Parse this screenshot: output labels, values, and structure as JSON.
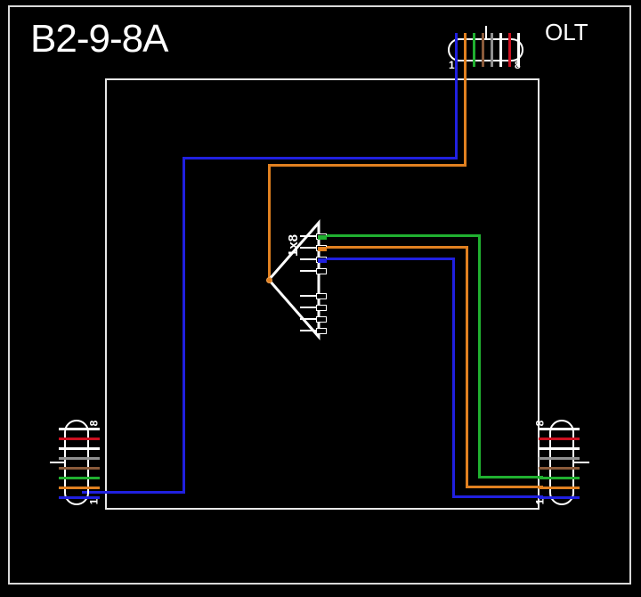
{
  "diagram": {
    "title": "B2-9-8A",
    "source_label": "OLT",
    "splitter": {
      "label": "1x8",
      "type": "1x8",
      "output_count": 8,
      "connected_outputs": 3
    },
    "colors": {
      "background": "#000000",
      "frame": "#d8d8d8",
      "inner_rect": "#e8e8e8",
      "text": "#ffffff",
      "blue": "#2020e0",
      "orange": "#e08020",
      "green": "#20b030",
      "brown": "#8a5a3a",
      "slate": "#909090",
      "white_fiber": "#ffffff",
      "red": "#cc1020"
    },
    "olt_connector": {
      "name": "olt-connector",
      "orientation": "horizontal",
      "first_pin_label": "1",
      "last_pin_label": "8",
      "pins": [
        {
          "index": 1,
          "color": "#2020e0",
          "name": "blue",
          "connected": true
        },
        {
          "index": 2,
          "color": "#e08020",
          "name": "orange",
          "connected": true
        },
        {
          "index": 3,
          "color": "#20b030",
          "name": "green",
          "connected": false
        },
        {
          "index": 4,
          "color": "#8a5a3a",
          "name": "brown",
          "connected": false
        },
        {
          "index": 5,
          "color": "#909090",
          "name": "slate",
          "connected": false
        },
        {
          "index": 6,
          "color": "#ffffff",
          "name": "white",
          "connected": false
        },
        {
          "index": 7,
          "color": "#cc1020",
          "name": "red",
          "connected": false
        },
        {
          "index": 8,
          "color": "#ffffff",
          "name": "white",
          "connected": false
        }
      ]
    },
    "left_connector": {
      "name": "left-connector",
      "orientation": "vertical",
      "top_pin_label": "8",
      "bottom_pin_label": "1",
      "pins": [
        {
          "index": 8,
          "color": "#ffffff",
          "name": "white",
          "connected": false
        },
        {
          "index": 7,
          "color": "#cc1020",
          "name": "red",
          "connected": false
        },
        {
          "index": 6,
          "color": "#ffffff",
          "name": "white",
          "connected": false
        },
        {
          "index": 5,
          "color": "#909090",
          "name": "slate",
          "connected": false
        },
        {
          "index": 4,
          "color": "#8a5a3a",
          "name": "brown",
          "connected": false
        },
        {
          "index": 3,
          "color": "#20b030",
          "name": "green",
          "connected": false
        },
        {
          "index": 2,
          "color": "#e08020",
          "name": "orange",
          "connected": false
        },
        {
          "index": 1,
          "color": "#2020e0",
          "name": "blue",
          "connected": true
        }
      ]
    },
    "right_connector": {
      "name": "right-connector",
      "orientation": "vertical",
      "top_pin_label": "8",
      "bottom_pin_label": "1",
      "pins": [
        {
          "index": 8,
          "color": "#ffffff",
          "name": "white",
          "connected": false
        },
        {
          "index": 7,
          "color": "#cc1020",
          "name": "red",
          "connected": false
        },
        {
          "index": 6,
          "color": "#ffffff",
          "name": "white",
          "connected": false
        },
        {
          "index": 5,
          "color": "#909090",
          "name": "slate",
          "connected": false
        },
        {
          "index": 4,
          "color": "#8a5a3a",
          "name": "brown",
          "connected": false
        },
        {
          "index": 3,
          "color": "#20b030",
          "name": "green",
          "connected": true
        },
        {
          "index": 2,
          "color": "#e08020",
          "name": "orange",
          "connected": true
        },
        {
          "index": 1,
          "color": "#2020e0",
          "name": "blue",
          "connected": true
        }
      ]
    },
    "splitter_outputs": [
      {
        "index": 1,
        "color": "#20b030",
        "name": "green",
        "connected": true
      },
      {
        "index": 2,
        "color": "#e08020",
        "name": "orange",
        "connected": true
      },
      {
        "index": 3,
        "color": "#2020e0",
        "name": "blue",
        "connected": true
      },
      {
        "index": 4,
        "color": "#000000",
        "name": "empty",
        "connected": false
      },
      {
        "index": 5,
        "color": "#000000",
        "name": "empty",
        "connected": false
      },
      {
        "index": 6,
        "color": "#000000",
        "name": "empty",
        "connected": false
      },
      {
        "index": 7,
        "color": "#000000",
        "name": "empty",
        "connected": false
      },
      {
        "index": 8,
        "color": "#000000",
        "name": "empty",
        "connected": false
      }
    ],
    "routes": [
      {
        "name": "blue-olt-to-left-connector",
        "color": "#2020e0",
        "from": "olt-connector pin 1",
        "to": "left-connector pin 1"
      },
      {
        "name": "orange-olt-to-splitter-input",
        "color": "#e08020",
        "from": "olt-connector pin 2",
        "to": "splitter input"
      },
      {
        "name": "green-splitter-out1-to-right-connector",
        "color": "#20b030",
        "from": "splitter output 1",
        "to": "right-connector pin 3"
      },
      {
        "name": "orange-splitter-out2-to-right-connector",
        "color": "#e08020",
        "from": "splitter output 2",
        "to": "right-connector pin 2"
      },
      {
        "name": "blue-splitter-out3-to-right-connector",
        "color": "#2020e0",
        "from": "splitter output 3",
        "to": "right-connector pin 1"
      }
    ]
  }
}
